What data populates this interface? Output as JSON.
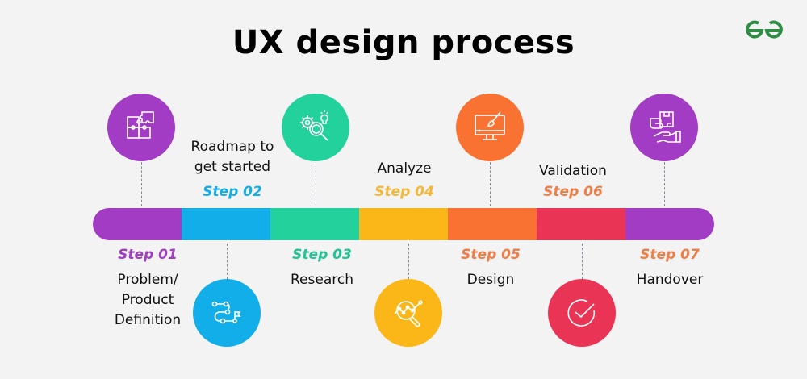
{
  "title": "UX design process",
  "logo": {
    "name": "geeksforgeeks-logo",
    "color": "#2f8d46"
  },
  "bar_colors": [
    "#a23cc4",
    "#12aeea",
    "#22d19b",
    "#fbb718",
    "#fa7231",
    "#ea3455",
    "#a23cc4"
  ],
  "steps": [
    {
      "step": "Step 01",
      "label_lines": [
        "Problem/",
        "Product",
        "Definition"
      ],
      "color": "#a23cc4",
      "step_color": "#a23cc4",
      "icon": "puzzle-icon",
      "position": "top"
    },
    {
      "step": "Step 02",
      "label_lines": [
        "Roadmap to",
        "get started"
      ],
      "color": "#12aeea",
      "step_color": "#12aeea",
      "icon": "roadmap-path-icon",
      "position": "bottom"
    },
    {
      "step": "Step 03",
      "label_lines": [
        "Research"
      ],
      "color": "#22d19b",
      "step_color": "#22c394",
      "icon": "gear-magnifier-bulb-icon",
      "position": "top"
    },
    {
      "step": "Step 04",
      "label_lines": [
        "Analyze"
      ],
      "color": "#fbb718",
      "step_color": "#f3b83a",
      "icon": "chart-magnifier-icon",
      "position": "bottom"
    },
    {
      "step": "Step 05",
      "label_lines": [
        "Design"
      ],
      "color": "#fa7231",
      "step_color": "#ef7d45",
      "icon": "monitor-brush-icon",
      "position": "top"
    },
    {
      "step": "Step 06",
      "label_lines": [
        "Validation"
      ],
      "color": "#ea3455",
      "step_color": "#ef7d45",
      "icon": "check-circle-icon",
      "position": "bottom"
    },
    {
      "step": "Step 07",
      "label_lines": [
        "Handover"
      ],
      "color": "#a23cc4",
      "step_color": "#ef7d45",
      "icon": "hand-package-icon",
      "position": "top"
    }
  ]
}
